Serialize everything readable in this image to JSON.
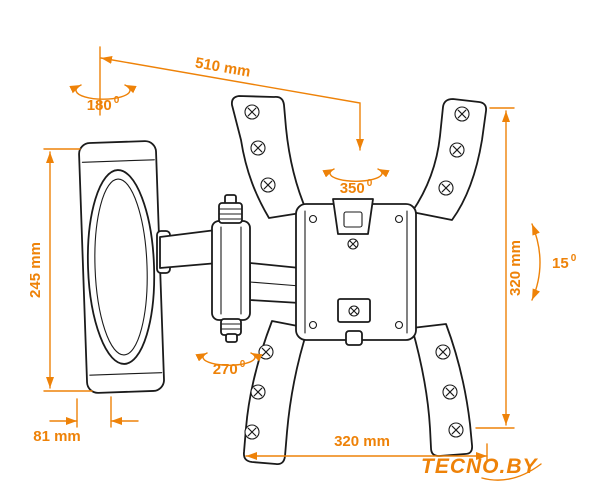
{
  "colors": {
    "dimension_accent": "#EE8208",
    "drawing_line": "#1B1B1B",
    "background": "#FFFFFF"
  },
  "annotations": {
    "width_top": "510 mm",
    "rot_top": {
      "value": "180",
      "deg": "0"
    },
    "rot_mid": {
      "value": "350",
      "deg": "0"
    },
    "height_left": "245 mm",
    "depth_bottom": "81 mm",
    "rot_bottom": {
      "value": "270",
      "deg": "0"
    },
    "width_bottom": "320 mm",
    "height_right": "320 mm",
    "tilt_right": {
      "value": "15",
      "deg": "0"
    }
  },
  "logo": {
    "text": "TECNO.BY"
  }
}
